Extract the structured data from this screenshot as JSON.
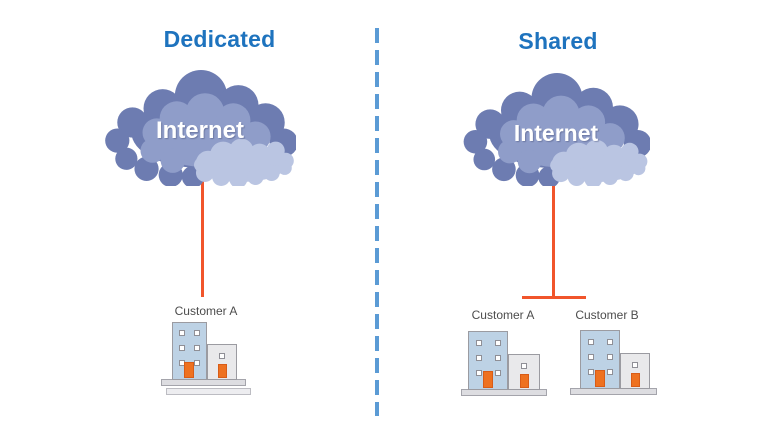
{
  "diagram": {
    "left": {
      "title": "Dedicated",
      "cloud_label": "Internet",
      "customers": [
        {
          "label": "Customer A"
        }
      ]
    },
    "right": {
      "title": "Shared",
      "cloud_label": "Internet",
      "customers": [
        {
          "label": "Customer A"
        },
        {
          "label": "Customer B"
        }
      ]
    },
    "colors": {
      "title_blue": "#1e73be",
      "divider_blue": "#5b9bd5",
      "connection_orange": "#f1552b",
      "cloud_dark": "#6d7cb1",
      "cloud_medium": "#8f9dc9",
      "cloud_light": "#bac5e2",
      "building_blue": "#bdd2e5",
      "building_gray": "#e9e9eb",
      "building_border": "#9b9ba1",
      "door_orange": "#ee7120",
      "label_gray": "#4d4d4d",
      "background": "#ffffff"
    }
  }
}
